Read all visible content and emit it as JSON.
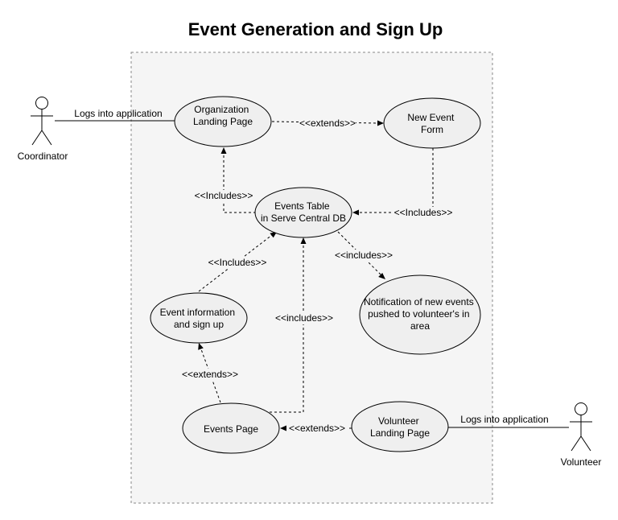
{
  "title": "Event Generation and Sign Up",
  "actors": {
    "coordinator": "Coordinator",
    "volunteer": "Volunteer"
  },
  "use_cases": {
    "org_landing": [
      "Organization",
      "Landing Page"
    ],
    "new_event_form": [
      "New Event",
      "Form"
    ],
    "events_table": [
      "Events Table",
      "in Serve Central DB"
    ],
    "notification": [
      "Notification of new events",
      "pushed to volunteer's in",
      "area"
    ],
    "event_info": [
      "Event information",
      "and sign up"
    ],
    "events_page": [
      "Events Page"
    ],
    "volunteer_landing": [
      "Volunteer",
      "Landing Page"
    ]
  },
  "relationships": {
    "coordinator_login": "Logs into application",
    "volunteer_login": "Logs into application",
    "org_to_newform": "<<extends>>",
    "table_to_org": "<<Includes>>",
    "newform_to_table": "<<Includes>>",
    "table_to_notification": "<<includes>>",
    "eventinfo_to_table": "<<Includes>>",
    "eventspage_to_table": "<<includes>>",
    "eventspage_to_eventinfo": "<<extends>>",
    "volunteer_to_eventspage": "<<extends>>"
  }
}
